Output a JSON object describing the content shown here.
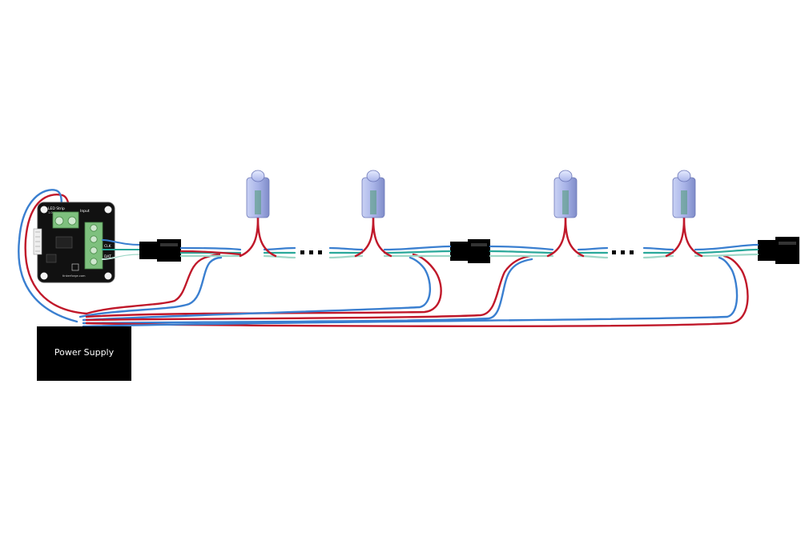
{
  "diagram": {
    "power_supply": {
      "label": "Power Supply",
      "fill": "#000000",
      "text_color": "#ffffff"
    },
    "controller_board": {
      "silk_title": "LED Strip",
      "silk_version": "1.0",
      "silk_input": "Input",
      "silk_clk": "CLK",
      "silk_dat": "DAT",
      "silk_site": "tinkerforge.com",
      "terminal_color": "#7ec07e",
      "pcb_color": "#111111"
    },
    "ellipsis": [
      "...",
      "..."
    ],
    "wire_colors": {
      "power_positive": "#c0182a",
      "ground": "#3a7fd0",
      "data": "#2aa89a",
      "clock": "#9fd8c8"
    },
    "led_color": "#a9b4e8",
    "connector_color": "#000000",
    "led_count_shown": 4,
    "connector_count_shown": 3
  }
}
